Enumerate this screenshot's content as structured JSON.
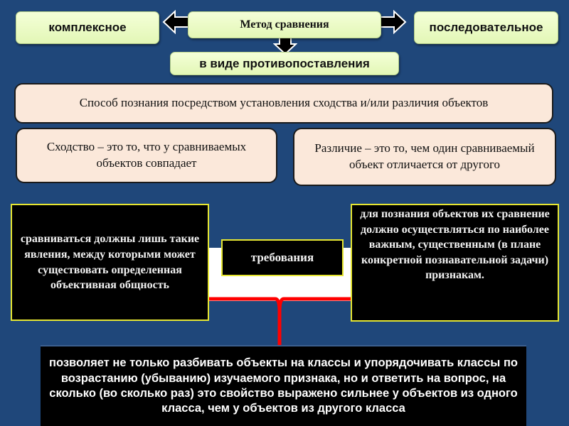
{
  "top": {
    "center_label": "Метод сравнения",
    "left_label": "комплексное",
    "right_label": "последовательное",
    "below_label": "в виде противопоставления"
  },
  "definition": {
    "main": "Способ познания посредством установления сходства и/или различия объектов",
    "similarity": "Сходство – это то, что у сравниваемых объектов совпадает",
    "difference": "Различие – это то, чем один сравниваемый объект отличается от другого"
  },
  "requirements": {
    "label": "требования",
    "left": "сравниваться должны лишь такие явления, между которыми может существовать определенная объективная общность",
    "right": "для познания объектов их сравнение должно осуществляться по наиболее важным, существенным (в плане конкретной познавательной задачи) признакам."
  },
  "bottom": {
    "text": "позволяет не только разбивать объекты на классы и упорядочивать классы по возрастанию (убыванию) изучаемого признака, но и ответить на вопрос, на сколько (во сколько раз) это свойство выражено сильнее у объектов из одного класса, чем у объектов из другого класса"
  },
  "colors": {
    "background": "#1f477a",
    "green_box": "#eafcc4",
    "peach_box": "#fbe8da",
    "black_box": "#000000",
    "yellow_border": "#e6e632",
    "red_connector": "#ff0000"
  }
}
